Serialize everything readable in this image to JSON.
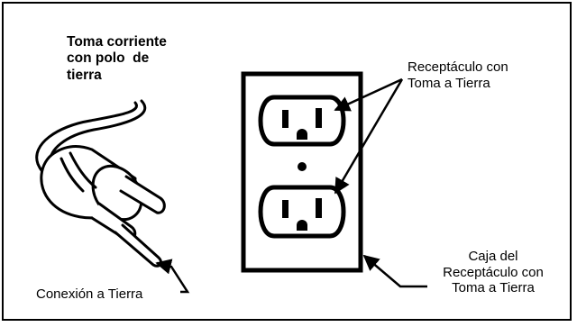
{
  "plug_title": {
    "lines": [
      "Toma corriente",
      "con polo  de",
      "tierra"
    ]
  },
  "receptacle_label": {
    "lines": [
      "Receptáculo con",
      "Toma a Tierra"
    ]
  },
  "ground_label": {
    "text": "Conexión a Tierra"
  },
  "box_label": {
    "lines": [
      "Caja del",
      "Receptáculo con",
      "Toma a Tierra"
    ]
  },
  "colors": {
    "ink": "#000000",
    "background": "#ffffff"
  }
}
